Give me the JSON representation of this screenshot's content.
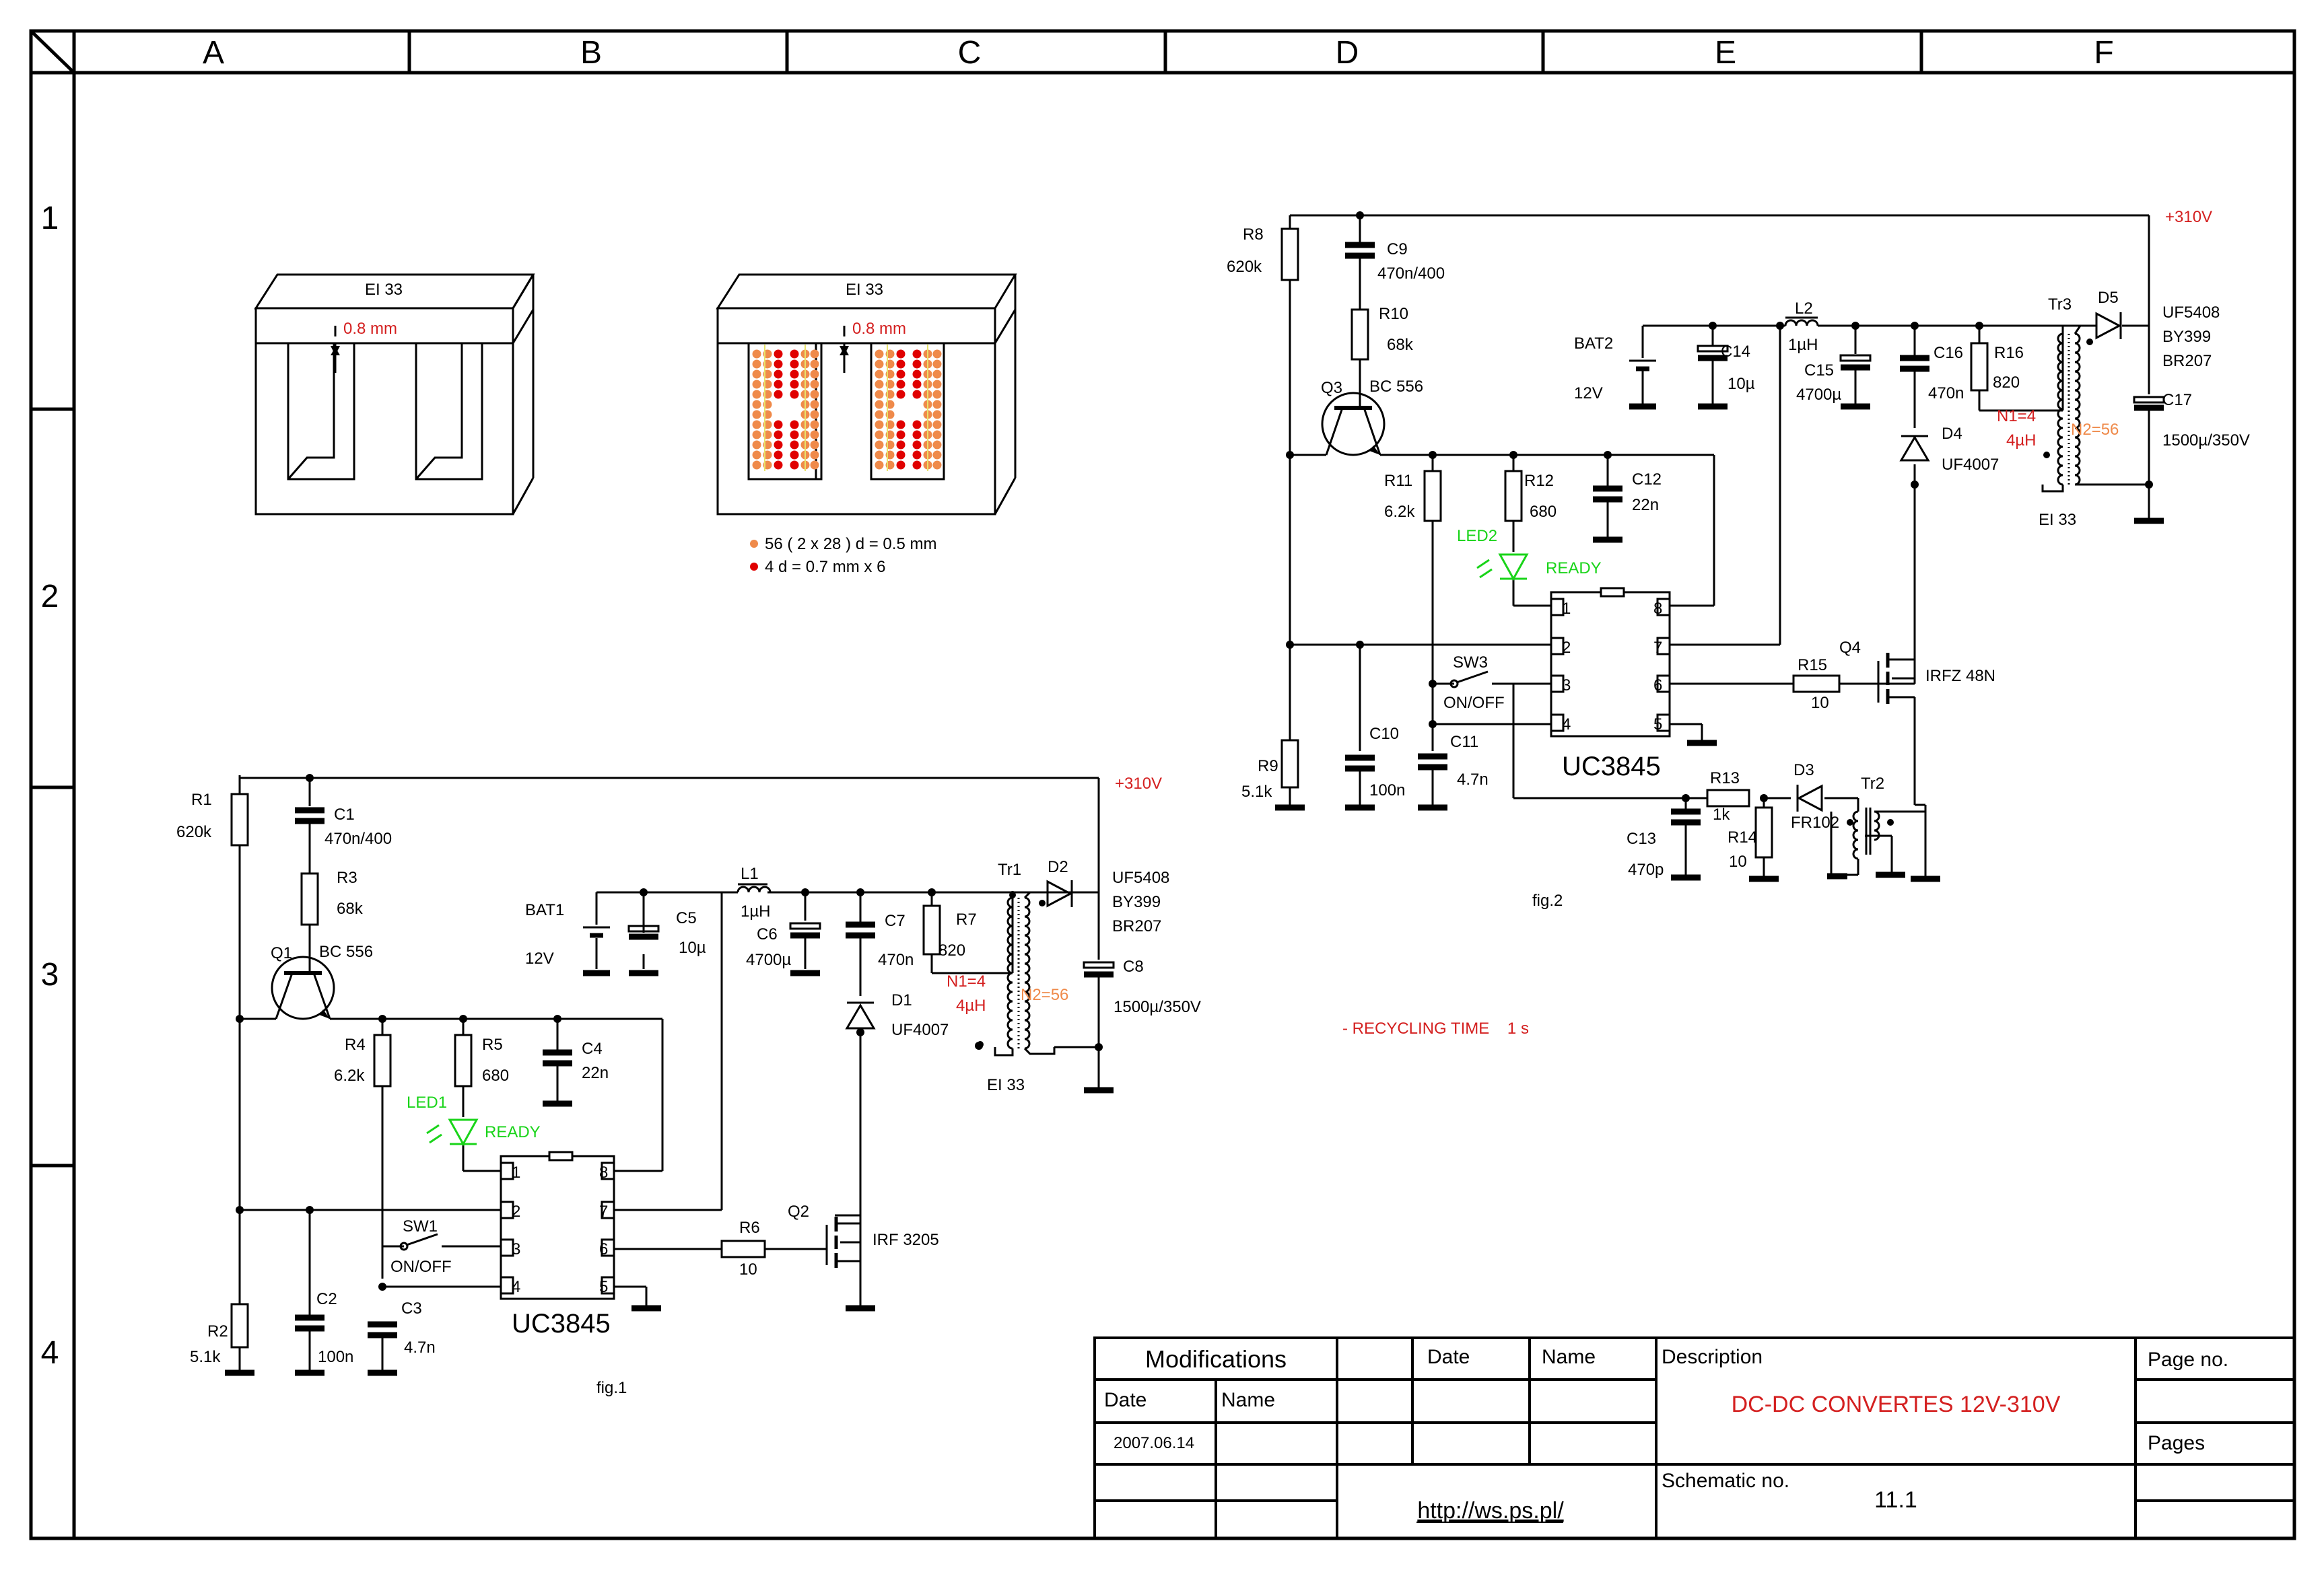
{
  "frame": {
    "columns": [
      "A",
      "B",
      "C",
      "D",
      "E",
      "F"
    ],
    "rows": [
      "1",
      "2",
      "3",
      "4"
    ]
  },
  "cores": {
    "left": {
      "title": "EI 33",
      "gap": "0.8 mm"
    },
    "right": {
      "title": "EI 33",
      "gap": "0.8 mm"
    },
    "legend": {
      "primary": "56 ( 2 x 28 ) d = 0.5 mm",
      "secondary": "4  d = 0.7 mm x 6"
    }
  },
  "fig1": {
    "caption": "fig.1",
    "hv": "+310V",
    "ic": "UC3845",
    "pins": [
      "1",
      "2",
      "3",
      "4",
      "5",
      "6",
      "7",
      "8"
    ],
    "components": {
      "R1": {
        "name": "R1",
        "value": "620k"
      },
      "C1": {
        "name": "C1",
        "value": "470n/400"
      },
      "R3": {
        "name": "R3",
        "value": "68k"
      },
      "Q1": {
        "name": "Q1",
        "value": "BC 556"
      },
      "R4": {
        "name": "R4",
        "value": "6.2k"
      },
      "R5": {
        "name": "R5",
        "value": "680"
      },
      "C4": {
        "name": "C4",
        "value": "22n"
      },
      "LED1": {
        "name": "LED1",
        "value": "READY"
      },
      "SW1": {
        "name": "SW1",
        "value": "ON/OFF"
      },
      "R2": {
        "name": "R2",
        "value": "5.1k"
      },
      "C2": {
        "name": "C2",
        "value": "100n"
      },
      "C3": {
        "name": "C3",
        "value": "4.7n"
      },
      "BAT1": {
        "name": "BAT1",
        "value": "12V"
      },
      "C5": {
        "name": "C5",
        "value": "10µ"
      },
      "L1": {
        "name": "L1",
        "value": "1µH"
      },
      "C6": {
        "name": "C6",
        "value": "4700µ"
      },
      "C7": {
        "name": "C7",
        "value": "470n"
      },
      "R7": {
        "name": "R7",
        "value": "820"
      },
      "D1": {
        "name": "D1",
        "value": "UF4007"
      },
      "Tr1": {
        "name": "Tr1",
        "n1": "N1=4",
        "ind": "4µH",
        "n2": "N2=56",
        "core": "EI 33"
      },
      "D2": {
        "name": "D2",
        "value": [
          "UF5408",
          "BY399",
          "BR207"
        ]
      },
      "C8": {
        "name": "C8",
        "value": "1500µ/350V"
      },
      "R6": {
        "name": "R6",
        "value": "10"
      },
      "Q2": {
        "name": "Q2",
        "value": "IRF 3205"
      }
    }
  },
  "fig2": {
    "caption": "fig.2",
    "hv": "+310V",
    "ic": "UC3845",
    "note": "- RECYCLING TIME    1 s",
    "components": {
      "R8": {
        "name": "R8",
        "value": "620k"
      },
      "C9": {
        "name": "C9",
        "value": "470n/400"
      },
      "R10": {
        "name": "R10",
        "value": "68k"
      },
      "Q3": {
        "name": "Q3",
        "value": "BC 556"
      },
      "R11": {
        "name": "R11",
        "value": "6.2k"
      },
      "R12": {
        "name": "R12",
        "value": "680"
      },
      "C12": {
        "name": "C12",
        "value": "22n"
      },
      "LED2": {
        "name": "LED2",
        "value": "READY"
      },
      "SW3": {
        "name": "SW3",
        "value": "ON/OFF"
      },
      "R9": {
        "name": "R9",
        "value": "5.1k"
      },
      "C10": {
        "name": "C10",
        "value": "100n"
      },
      "C11": {
        "name": "C11",
        "value": "4.7n"
      },
      "BAT2": {
        "name": "BAT2",
        "value": "12V"
      },
      "C14": {
        "name": "C14",
        "value": "10µ"
      },
      "L2": {
        "name": "L2",
        "value": "1µH"
      },
      "C15": {
        "name": "C15",
        "value": "4700µ"
      },
      "C16": {
        "name": "C16",
        "value": "470n"
      },
      "R16": {
        "name": "R16",
        "value": "820"
      },
      "D4": {
        "name": "D4",
        "value": "UF4007"
      },
      "Tr3": {
        "name": "Tr3",
        "n1": "N1=4",
        "ind": "4µH",
        "n2": "N2=56",
        "core": "EI 33"
      },
      "D5": {
        "name": "D5",
        "value": [
          "UF5408",
          "BY399",
          "BR207"
        ]
      },
      "C17": {
        "name": "C17",
        "value": "1500µ/350V"
      },
      "Q4": {
        "name": "Q4",
        "value": "IRFZ 48N"
      },
      "R15": {
        "name": "R15",
        "value": "10"
      },
      "R13": {
        "name": "R13",
        "value": "1k"
      },
      "D3": {
        "name": "D3",
        "value": "FR102"
      },
      "Tr2": {
        "name": "Tr2"
      },
      "R14": {
        "name": "R14",
        "value": "10"
      },
      "C13": {
        "name": "C13",
        "value": "470p"
      }
    }
  },
  "title_block": {
    "modifications": "Modifications",
    "date_h": "Date",
    "name_h": "Name",
    "date_h2": "Date",
    "name_h2": "Name",
    "date_val": "2007.06.14",
    "description_h": "Description",
    "description": "DC-DC CONVERTES 12V-310V",
    "page_no": "Page no.",
    "pages": "Pages",
    "schematic_no_h": "Schematic no.",
    "schematic_no": "11.1",
    "url": "http://ws.ps.pl/"
  },
  "colors": {
    "red": "#d42020",
    "green": "#19d419",
    "orange": "#ef8a4a",
    "copper_dark": "#e00000",
    "copper_light": "#ef8a4a"
  }
}
